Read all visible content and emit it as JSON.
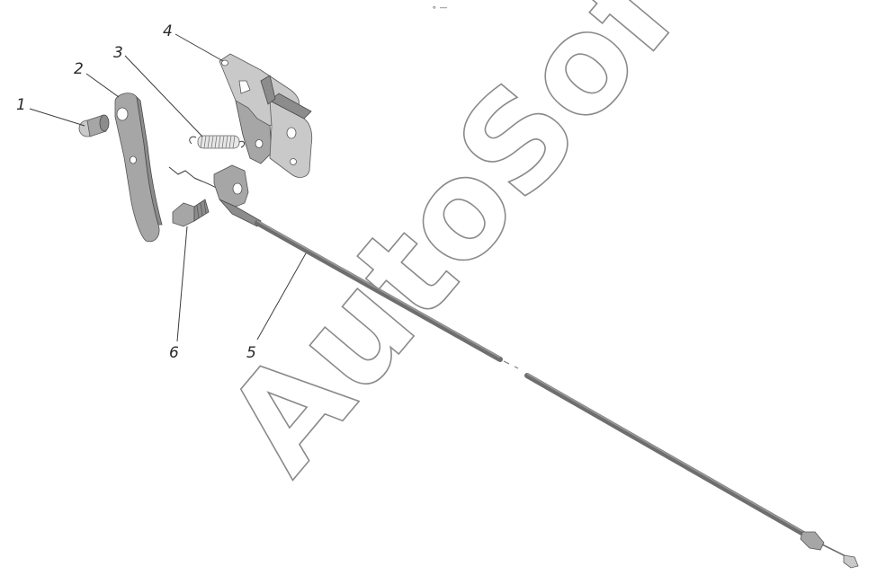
{
  "watermark": {
    "text": "AutoSoft"
  },
  "top_mark": "∘ —",
  "callouts": [
    {
      "id": "1",
      "label": "1"
    },
    {
      "id": "2",
      "label": "2"
    },
    {
      "id": "3",
      "label": "3"
    },
    {
      "id": "4",
      "label": "4"
    },
    {
      "id": "5",
      "label": "5"
    },
    {
      "id": "6",
      "label": "6"
    }
  ]
}
